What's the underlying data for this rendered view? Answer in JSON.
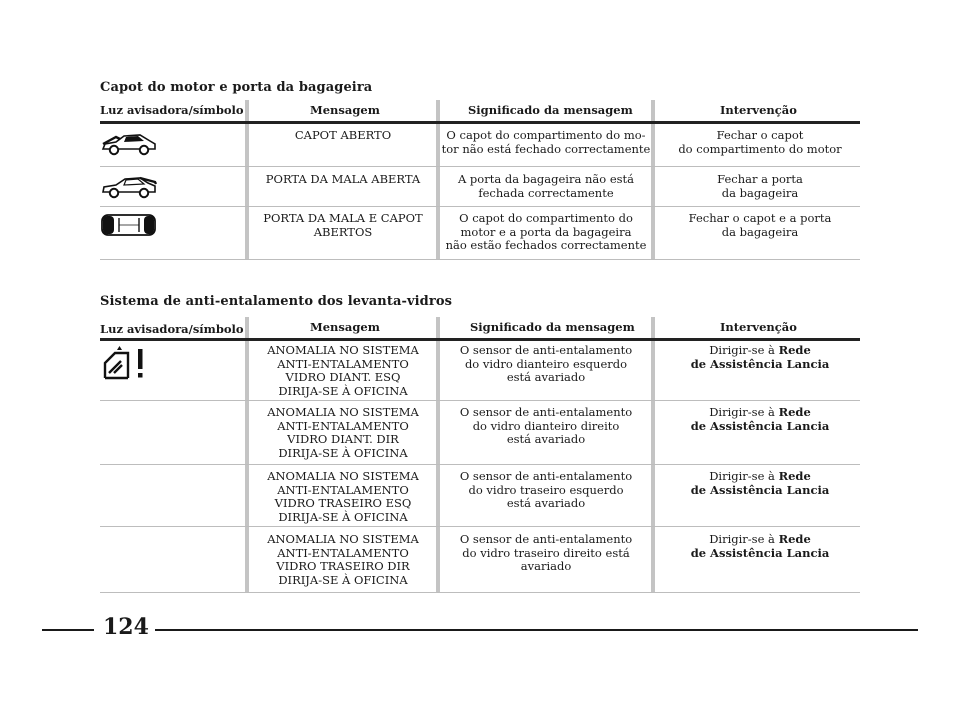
{
  "section1": {
    "title": "Capot do motor e porta da bagageira",
    "headers": [
      "Luz avisadora/símbolo",
      "Mensagem",
      "Significado da mensagem",
      "Intervenção"
    ],
    "rows": [
      {
        "icon": "car-bonnet-open-icon",
        "message": [
          "CAPOT ABERTO"
        ],
        "meaning": [
          "O capot do compartimento do mo-",
          "tor não está fechado correctamente"
        ],
        "action": [
          "Fechar o capot",
          "do compartimento do motor"
        ]
      },
      {
        "icon": "car-boot-open-icon",
        "message": [
          "PORTA DA MALA ABERTA"
        ],
        "meaning": [
          "A porta da bagageira não está",
          "fechada correctamente"
        ],
        "action": [
          "Fechar a porta",
          "da bagageira"
        ]
      },
      {
        "icon": "car-top-view-bonnet-boot-open-icon",
        "message": [
          "PORTA DA MALA E CAPOT",
          "ABERTOS"
        ],
        "meaning": [
          "O capot do compartimento do",
          "motor e a porta  da bagageira",
          "não estão fechados correctamente"
        ],
        "action": [
          "Fechar o capot e a porta",
          "da bagageira"
        ]
      }
    ]
  },
  "section2": {
    "title": "Sistema de anti-entalamento dos levanta-vidros",
    "headers": [
      "Luz avisadora/símbolo",
      "Mensagem",
      "Significado da mensagem",
      "Intervenção"
    ],
    "icon": "window-anti-pinch-warning-icon",
    "action_prefix": "Dirigir-se à ",
    "action_bold_1": "Rede",
    "action_bold_2": "de Assistência Lancia",
    "rows": [
      {
        "message": [
          "ANOMALIA NO SISTEMA",
          "ANTI-ENTALAMENTO",
          "VIDRO DIANT. ESQ",
          "DIRIJA-SE À OFICINA"
        ],
        "meaning": [
          "O sensor de anti-entalamento",
          "do vidro dianteiro esquerdo",
          "está avariado"
        ]
      },
      {
        "message": [
          "ANOMALIA NO SISTEMA",
          "ANTI-ENTALAMENTO",
          "VIDRO DIANT. DIR",
          "DIRIJA-SE À OFICINA"
        ],
        "meaning": [
          "O sensor de anti-entalamento",
          "do vidro dianteiro direito",
          "está avariado"
        ]
      },
      {
        "message": [
          "ANOMALIA NO SISTEMA",
          "ANTI-ENTALAMENTO",
          "VIDRO TRASEIRO ESQ",
          "DIRIJA-SE À OFICINA"
        ],
        "meaning": [
          "O sensor de anti-entalamento",
          "do vidro traseiro esquerdo",
          "está avariado"
        ]
      },
      {
        "message": [
          "ANOMALIA NO SISTEMA",
          "ANTI-ENTALAMENTO",
          "VIDRO TRASEIRO DIR",
          "DIRIJA-SE À OFICINA"
        ],
        "meaning": [
          "O sensor de anti-entalamento",
          "do vidro traseiro direito está",
          "avariado"
        ]
      }
    ]
  },
  "page_number": "124"
}
